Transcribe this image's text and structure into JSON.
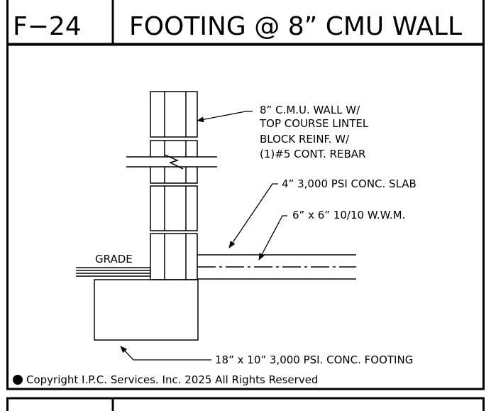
{
  "title_block": {
    "detail_number": "F−24",
    "detail_title": "FOOTING @ 8” CMU WALL"
  },
  "notes": {
    "wall_lines": [
      "8” C.M.U. WALL W/",
      "TOP COURSE LINTEL",
      "BLOCK REINF. W/",
      "(1)#5 CONT. REBAR"
    ],
    "grade": "GRADE",
    "slab": "4” 3,000 PSI CONC. SLAB",
    "wwm": "6” x 6” 10/10 W.W.M.",
    "footing": "18” x 10” 3,000 PSI. CONC. FOOTING"
  },
  "copyright": "Copyright I.P.C. Services. Inc. 2025 All Rights Reserved"
}
